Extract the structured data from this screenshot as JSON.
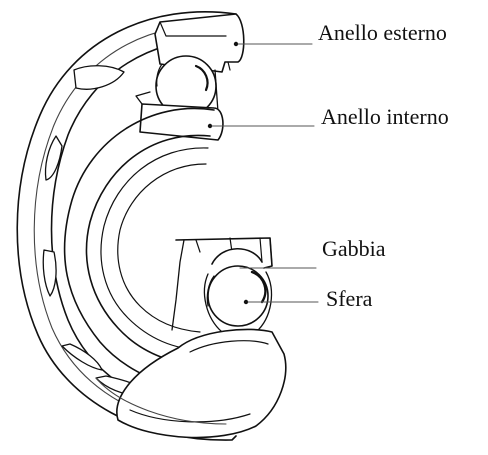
{
  "labels": {
    "outer_ring": "Anello esterno",
    "inner_ring": "Anello interno",
    "cage": "Gabbia",
    "ball": "Sfera"
  },
  "colors": {
    "line": "#111111",
    "fill": "#ffffff",
    "shade": "#ededed"
  }
}
